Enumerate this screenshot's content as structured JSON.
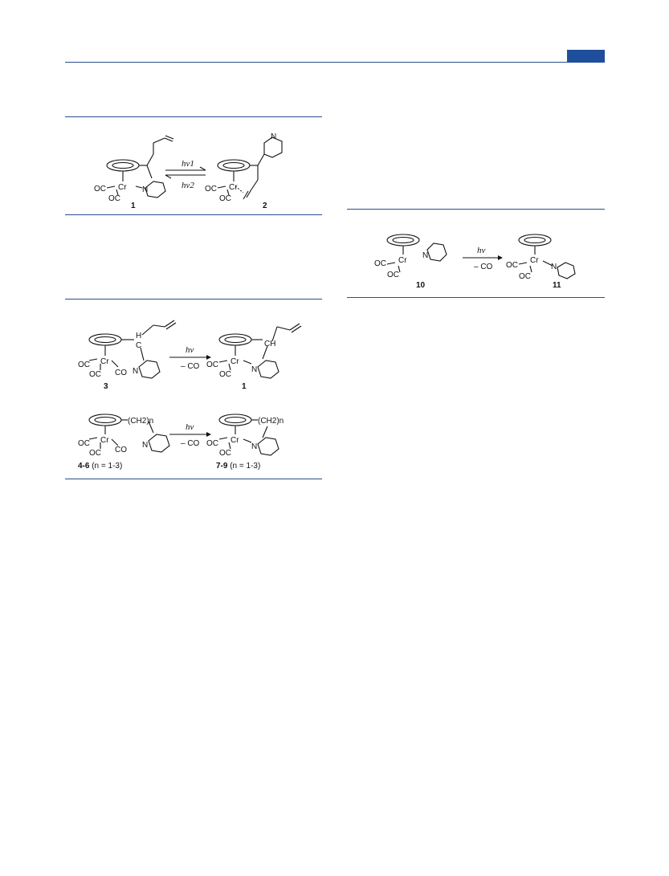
{
  "header": {
    "accent_color": "#1f4f9c"
  },
  "scheme1": {
    "left": {
      "number": "1",
      "co_a": "OC",
      "co_b": "OC",
      "metal": "Cr",
      "n": "N"
    },
    "right": {
      "number": "2",
      "co_a": "OC",
      "co_b": "OC",
      "metal": "Cr",
      "n": "N"
    },
    "arrow_top": "hν1",
    "arrow_bottom": "hν2"
  },
  "scheme2": {
    "a_left": {
      "number": "3",
      "co_a": "OC",
      "co_b": "OC",
      "co_c": "CO",
      "metal": "Cr",
      "n": "N",
      "h": "H",
      "c": "C"
    },
    "a_arrow_top": "hν",
    "a_arrow_bottom": "– CO",
    "a_right": {
      "number": "1",
      "co_a": "OC",
      "co_b": "OC",
      "metal": "Cr",
      "n": "N",
      "ch": "CH"
    },
    "b_left": {
      "number_bold": "4-6",
      "number_rest": " (n = 1-3)",
      "co_a": "OC",
      "co_b": "OC",
      "co_c": "CO",
      "metal": "Cr",
      "n": "N",
      "chain": "(CH2)n"
    },
    "b_arrow_top": "hν",
    "b_arrow_bottom": "– CO",
    "b_right": {
      "number_bold": "7-9",
      "number_rest": " (n = 1-3)",
      "co_a": "OC",
      "co_b": "OC",
      "metal": "Cr",
      "n": "N",
      "chain": "(CH2)n"
    }
  },
  "scheme3": {
    "left": {
      "number": "10",
      "co_a": "OC",
      "co_b": "OC",
      "metal": "Cr",
      "n": "N"
    },
    "arrow_top": "hν",
    "arrow_bottom": "– CO",
    "right": {
      "number": "11",
      "co_a": "OC",
      "co_b": "OC",
      "metal": "Cr",
      "n": "N"
    }
  }
}
